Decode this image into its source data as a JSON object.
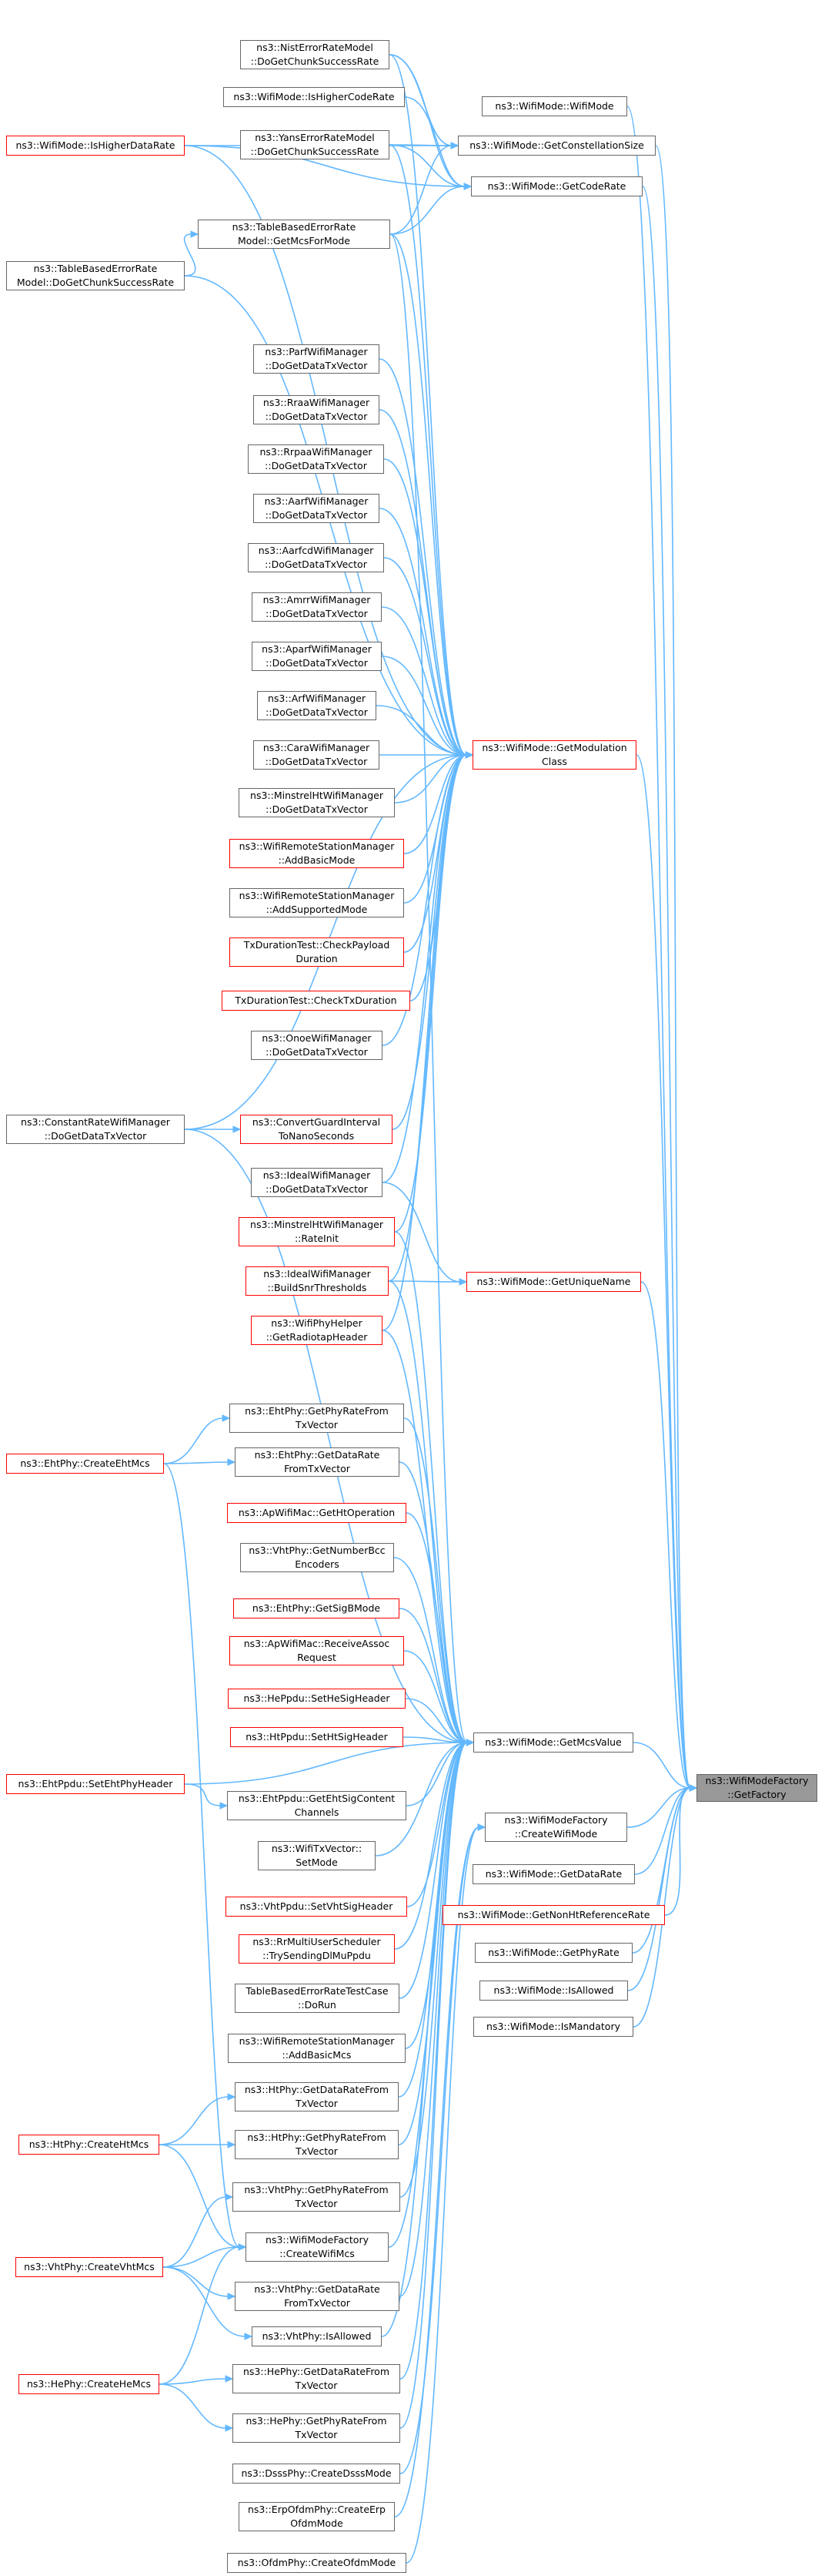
{
  "diagram": {
    "root": {
      "id": "root",
      "label": "ns3::WifiModeFactory\n::GetFactory"
    },
    "nodes": [
      {
        "id": "nist",
        "label": "ns3::NistErrorRateModel\n::DoGetChunkSuccessRate",
        "style": "black"
      },
      {
        "id": "wifimode",
        "label": "ns3::WifiMode::WifiMode",
        "style": "black"
      },
      {
        "id": "ishighercode",
        "label": "ns3::WifiMode::IsHigherCodeRate",
        "style": "black"
      },
      {
        "id": "ishigherdata",
        "label": "ns3::WifiMode::IsHigherDataRate",
        "style": "red"
      },
      {
        "id": "getconst",
        "label": "ns3::WifiMode::GetConstellationSize",
        "style": "black"
      },
      {
        "id": "yans",
        "label": "ns3::YansErrorRateModel\n::DoGetChunkSuccessRate",
        "style": "black"
      },
      {
        "id": "getcoderate",
        "label": "ns3::WifiMode::GetCodeRate",
        "style": "black"
      },
      {
        "id": "tbgetmcs",
        "label": "ns3::TableBasedErrorRate\nModel::GetMcsForMode",
        "style": "black"
      },
      {
        "id": "tbchunk",
        "label": "ns3::TableBasedErrorRate\nModel::DoGetChunkSuccessRate",
        "style": "black"
      },
      {
        "id": "parf",
        "label": "ns3::ParfWifiManager\n::DoGetDataTxVector",
        "style": "black"
      },
      {
        "id": "rraa",
        "label": "ns3::RraaWifiManager\n::DoGetDataTxVector",
        "style": "black"
      },
      {
        "id": "rrpaa",
        "label": "ns3::RrpaaWifiManager\n::DoGetDataTxVector",
        "style": "black"
      },
      {
        "id": "aarf",
        "label": "ns3::AarfWifiManager\n::DoGetDataTxVector",
        "style": "black"
      },
      {
        "id": "aarfcd",
        "label": "ns3::AarfcdWifiManager\n::DoGetDataTxVector",
        "style": "black"
      },
      {
        "id": "amrr",
        "label": "ns3::AmrrWifiManager\n::DoGetDataTxVector",
        "style": "black"
      },
      {
        "id": "aparf",
        "label": "ns3::AparfWifiManager\n::DoGetDataTxVector",
        "style": "black"
      },
      {
        "id": "arf",
        "label": "ns3::ArfWifiManager\n::DoGetDataTxVector",
        "style": "black"
      },
      {
        "id": "cara",
        "label": "ns3::CaraWifiManager\n::DoGetDataTxVector",
        "style": "black"
      },
      {
        "id": "getmodclass",
        "label": "ns3::WifiMode::GetModulation\nClass",
        "style": "red"
      },
      {
        "id": "minstrelht",
        "label": "ns3::MinstrelHtWifiManager\n::DoGetDataTxVector",
        "style": "black"
      },
      {
        "id": "addbasicmode",
        "label": "ns3::WifiRemoteStationManager\n::AddBasicMode",
        "style": "red"
      },
      {
        "id": "addsupported",
        "label": "ns3::WifiRemoteStationManager\n::AddSupportedMode",
        "style": "black"
      },
      {
        "id": "checkpayload",
        "label": "TxDurationTest::CheckPayload\nDuration",
        "style": "red"
      },
      {
        "id": "checktxdur",
        "label": "TxDurationTest::CheckTxDuration",
        "style": "red"
      },
      {
        "id": "onoe",
        "label": "ns3::OnoeWifiManager\n::DoGetDataTxVector",
        "style": "black"
      },
      {
        "id": "constrate",
        "label": "ns3::ConstantRateWifiManager\n::DoGetDataTxVector",
        "style": "black"
      },
      {
        "id": "convertgi",
        "label": "ns3::ConvertGuardInterval\nToNanoSeconds",
        "style": "red"
      },
      {
        "id": "ideal",
        "label": "ns3::IdealWifiManager\n::DoGetDataTxVector",
        "style": "black"
      },
      {
        "id": "minstrelinit",
        "label": "ns3::MinstrelHtWifiManager\n::RateInit",
        "style": "red"
      },
      {
        "id": "idealsnr",
        "label": "ns3::IdealWifiManager\n::BuildSnrThresholds",
        "style": "red"
      },
      {
        "id": "getunique",
        "label": "ns3::WifiMode::GetUniqueName",
        "style": "red"
      },
      {
        "id": "radiotap",
        "label": "ns3::WifiPhyHelper\n::GetRadiotapHeader",
        "style": "red"
      },
      {
        "id": "ehtphyrate",
        "label": "ns3::EhtPhy::GetPhyRateFrom\nTxVector",
        "style": "black"
      },
      {
        "id": "ehtcreate",
        "label": "ns3::EhtPhy::CreateEhtMcs",
        "style": "red"
      },
      {
        "id": "ehtdatarate",
        "label": "ns3::EhtPhy::GetDataRate\nFromTxVector",
        "style": "black"
      },
      {
        "id": "apgetht",
        "label": "ns3::ApWifiMac::GetHtOperation",
        "style": "red"
      },
      {
        "id": "vhtbcc",
        "label": "ns3::VhtPhy::GetNumberBcc\nEncoders",
        "style": "black"
      },
      {
        "id": "ehtsigb",
        "label": "ns3::EhtPhy::GetSigBMode",
        "style": "red"
      },
      {
        "id": "aprecv",
        "label": "ns3::ApWifiMac::ReceiveAssoc\nRequest",
        "style": "red"
      },
      {
        "id": "hesig",
        "label": "ns3::HePpdu::SetHeSigHeader",
        "style": "red"
      },
      {
        "id": "htsig",
        "label": "ns3::HtPpdu::SetHtSigHeader",
        "style": "red"
      },
      {
        "id": "getmcsval",
        "label": "ns3::WifiMode::GetMcsValue",
        "style": "black"
      },
      {
        "id": "ehtppdu",
        "label": "ns3::EhtPpdu::SetEhtPhyHeader",
        "style": "red"
      },
      {
        "id": "ehtsigcontent",
        "label": "ns3::EhtPpdu::GetEhtSigContent\nChannels",
        "style": "black"
      },
      {
        "id": "wmfcreatewm",
        "label": "ns3::WifiModeFactory\n::CreateWifiMode",
        "style": "black"
      },
      {
        "id": "txvecset",
        "label": "ns3::WifiTxVector::\nSetMode",
        "style": "black"
      },
      {
        "id": "getdatarate",
        "label": "ns3::WifiMode::GetDataRate",
        "style": "black"
      },
      {
        "id": "vhtsig",
        "label": "ns3::VhtPpdu::SetVhtSigHeader",
        "style": "red"
      },
      {
        "id": "getnonht",
        "label": "ns3::WifiMode::GetNonHtReferenceRate",
        "style": "red"
      },
      {
        "id": "rrmulti",
        "label": "ns3::RrMultiUserScheduler\n::TrySendingDlMuPpdu",
        "style": "red"
      },
      {
        "id": "getphyrate",
        "label": "ns3::WifiMode::GetPhyRate",
        "style": "black"
      },
      {
        "id": "tbtest",
        "label": "TableBasedErrorRateTestCase\n::DoRun",
        "style": "black"
      },
      {
        "id": "isallowed",
        "label": "ns3::WifiMode::IsAllowed",
        "style": "black"
      },
      {
        "id": "ismandatory",
        "label": "ns3::WifiMode::IsMandatory",
        "style": "black"
      },
      {
        "id": "addbasicmcs",
        "label": "ns3::WifiRemoteStationManager\n::AddBasicMcs",
        "style": "black"
      },
      {
        "id": "htdatarate",
        "label": "ns3::HtPhy::GetDataRateFrom\nTxVector",
        "style": "black"
      },
      {
        "id": "htcreate",
        "label": "ns3::HtPhy::CreateHtMcs",
        "style": "red"
      },
      {
        "id": "htphyrate",
        "label": "ns3::HtPhy::GetPhyRateFrom\nTxVector",
        "style": "black"
      },
      {
        "id": "vhtphyrate",
        "label": "ns3::VhtPhy::GetPhyRateFrom\nTxVector",
        "style": "black"
      },
      {
        "id": "wmfcreatemcs",
        "label": "ns3::WifiModeFactory\n::CreateWifiMcs",
        "style": "black"
      },
      {
        "id": "vhtcreate",
        "label": "ns3::VhtPhy::CreateVhtMcs",
        "style": "red"
      },
      {
        "id": "vhtdatarate",
        "label": "ns3::VhtPhy::GetDataRate\nFromTxVector",
        "style": "black"
      },
      {
        "id": "vhtallowed",
        "label": "ns3::VhtPhy::IsAllowed",
        "style": "black"
      },
      {
        "id": "hedatarate",
        "label": "ns3::HePhy::GetDataRateFrom\nTxVector",
        "style": "black"
      },
      {
        "id": "hecreate",
        "label": "ns3::HePhy::CreateHeMcs",
        "style": "red"
      },
      {
        "id": "hephyrate",
        "label": "ns3::HePhy::GetPhyRateFrom\nTxVector",
        "style": "black"
      },
      {
        "id": "dsss",
        "label": "ns3::DsssPhy::CreateDsssMode",
        "style": "black"
      },
      {
        "id": "erp",
        "label": "ns3::ErpOfdmPhy::CreateErp\nOfdmMode",
        "style": "black"
      },
      {
        "id": "ofdm",
        "label": "ns3::OfdmPhy::CreateOfdmMode",
        "style": "black"
      }
    ],
    "edges": [
      [
        "wifimode",
        "root"
      ],
      [
        "getconst",
        "root"
      ],
      [
        "getcoderate",
        "root"
      ],
      [
        "getmodclass",
        "root"
      ],
      [
        "getunique",
        "root"
      ],
      [
        "getmcsval",
        "root"
      ],
      [
        "wmfcreatewm",
        "root"
      ],
      [
        "getdatarate",
        "root"
      ],
      [
        "getnonht",
        "root"
      ],
      [
        "getphyrate",
        "root"
      ],
      [
        "isallowed",
        "root"
      ],
      [
        "ismandatory",
        "root"
      ],
      [
        "nist",
        "getconst"
      ],
      [
        "nist",
        "getcoderate"
      ],
      [
        "nist",
        "getmodclass"
      ],
      [
        "ishighercode",
        "getcoderate"
      ],
      [
        "ishigherdata",
        "getconst"
      ],
      [
        "ishigherdata",
        "getcoderate"
      ],
      [
        "ishigherdata",
        "getmodclass"
      ],
      [
        "yans",
        "getconst"
      ],
      [
        "yans",
        "getcoderate"
      ],
      [
        "yans",
        "getmodclass"
      ],
      [
        "tbgetmcs",
        "getconst"
      ],
      [
        "tbgetmcs",
        "getcoderate"
      ],
      [
        "tbgetmcs",
        "getmodclass"
      ],
      [
        "tbgetmcs",
        "getmcsval"
      ],
      [
        "tbchunk",
        "tbgetmcs"
      ],
      [
        "tbchunk",
        "getmodclass"
      ],
      [
        "parf",
        "getmodclass"
      ],
      [
        "rraa",
        "getmodclass"
      ],
      [
        "rrpaa",
        "getmodclass"
      ],
      [
        "aarf",
        "getmodclass"
      ],
      [
        "aarfcd",
        "getmodclass"
      ],
      [
        "amrr",
        "getmodclass"
      ],
      [
        "aparf",
        "getmodclass"
      ],
      [
        "arf",
        "getmodclass"
      ],
      [
        "cara",
        "getmodclass"
      ],
      [
        "minstrelht",
        "getmodclass"
      ],
      [
        "addbasicmode",
        "getmodclass"
      ],
      [
        "addsupported",
        "getmodclass"
      ],
      [
        "checkpayload",
        "getmodclass"
      ],
      [
        "checktxdur",
        "getmodclass"
      ],
      [
        "onoe",
        "getmodclass"
      ],
      [
        "constrate",
        "getmodclass"
      ],
      [
        "constrate",
        "convertgi"
      ],
      [
        "constrate",
        "getmcsval"
      ],
      [
        "convertgi",
        "getmodclass"
      ],
      [
        "ideal",
        "getmodclass"
      ],
      [
        "ideal",
        "getunique"
      ],
      [
        "minstrelinit",
        "getmodclass"
      ],
      [
        "minstrelinit",
        "getmcsval"
      ],
      [
        "idealsnr",
        "getmodclass"
      ],
      [
        "idealsnr",
        "getunique"
      ],
      [
        "idealsnr",
        "getmcsval"
      ],
      [
        "radiotap",
        "getmodclass"
      ],
      [
        "radiotap",
        "getmcsval"
      ],
      [
        "ehtphyrate",
        "getmcsval"
      ],
      [
        "ehtdatarate",
        "getmcsval"
      ],
      [
        "ehtcreate",
        "ehtphyrate"
      ],
      [
        "ehtcreate",
        "ehtdatarate"
      ],
      [
        "ehtcreate",
        "wmfcreatemcs"
      ],
      [
        "apgetht",
        "getmcsval"
      ],
      [
        "vhtbcc",
        "getmcsval"
      ],
      [
        "ehtsigb",
        "getmcsval"
      ],
      [
        "aprecv",
        "getmcsval"
      ],
      [
        "hesig",
        "getmcsval"
      ],
      [
        "htsig",
        "getmcsval"
      ],
      [
        "ehtppdu",
        "getmcsval"
      ],
      [
        "ehtppdu",
        "ehtsigcontent"
      ],
      [
        "ehtsigcontent",
        "getmcsval"
      ],
      [
        "txvecset",
        "getmcsval"
      ],
      [
        "vhtsig",
        "getmcsval"
      ],
      [
        "rrmulti",
        "getmcsval"
      ],
      [
        "tbtest",
        "getmcsval"
      ],
      [
        "addbasicmcs",
        "getmcsval"
      ],
      [
        "htdatarate",
        "getmcsval"
      ],
      [
        "htphyrate",
        "getmcsval"
      ],
      [
        "htcreate",
        "htdatarate"
      ],
      [
        "htcreate",
        "htphyrate"
      ],
      [
        "htcreate",
        "wmfcreatemcs"
      ],
      [
        "vhtphyrate",
        "getmcsval"
      ],
      [
        "wmfcreatemcs",
        "getmcsval"
      ],
      [
        "vhtcreate",
        "vhtphyrate"
      ],
      [
        "vhtcreate",
        "wmfcreatemcs"
      ],
      [
        "vhtcreate",
        "vhtdatarate"
      ],
      [
        "vhtcreate",
        "vhtallowed"
      ],
      [
        "vhtdatarate",
        "getmcsval"
      ],
      [
        "vhtallowed",
        "getmcsval"
      ],
      [
        "hedatarate",
        "getmcsval"
      ],
      [
        "hephyrate",
        "getmcsval"
      ],
      [
        "hecreate",
        "hedatarate"
      ],
      [
        "hecreate",
        "hephyrate"
      ],
      [
        "hecreate",
        "wmfcreatemcs"
      ],
      [
        "dsss",
        "wmfcreatewm"
      ],
      [
        "erp",
        "wmfcreatewm"
      ],
      [
        "ofdm",
        "wmfcreatewm"
      ]
    ]
  }
}
